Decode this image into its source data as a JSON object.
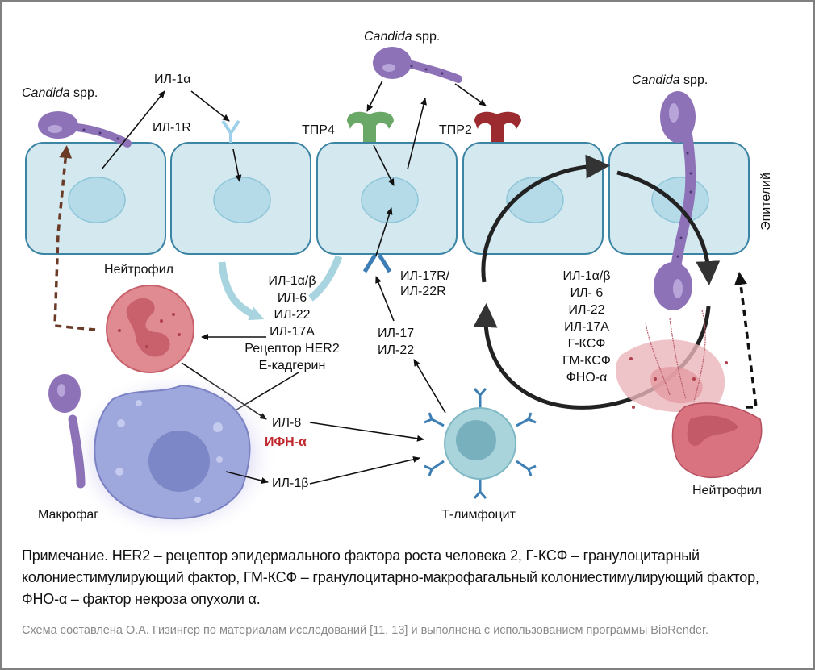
{
  "colors": {
    "epithelium_fill": "#d3e8ef",
    "epithelium_stroke": "#3c84a4",
    "nucleus_fill": "#b6dbe8",
    "candida": "#8e72b8",
    "tlr4": "#6aa868",
    "tlr2": "#9b2b2e",
    "neutrophil": "#e08a92",
    "macrophage": "#9fa8dc",
    "t_cell": "#a9d4dc",
    "receptor": "#3d7fb5",
    "highlight_red": "#c0272d",
    "dashed_brown": "#6b3b28"
  },
  "labels": {
    "candida_left": {
      "italic": "Candida",
      "rest": " spp."
    },
    "candida_top": {
      "italic": "Candida",
      "rest": " spp."
    },
    "candida_right": {
      "italic": "Candida",
      "rest": " spp."
    },
    "il1a": "ИЛ-1α",
    "il1r": "ИЛ-1R",
    "tlr4": "ТПР4",
    "tlr2": "ТПР2",
    "epithelium": "Эпителий",
    "neutrophil_left": "Нейтрофил",
    "neutrophil_right": "Нейтрофил",
    "macrophage": "Макрофаг",
    "t_lymphocyte": "Т-лимфоцит",
    "il17r_line1": "ИЛ-17R/",
    "il17r_line2": "ИЛ-22R",
    "il17_il22": [
      "ИЛ-17",
      "ИЛ-22"
    ],
    "center_list": [
      "ИЛ-1α/β",
      "ИЛ-6",
      "ИЛ-22",
      "ИЛ-17A",
      "Рецептор HER2",
      "Е-кадгерин"
    ],
    "right_list": [
      "ИЛ-1α/β",
      "ИЛ- 6",
      "ИЛ-22",
      "ИЛ-17A",
      "Г-КСФ",
      "ГМ-КСФ",
      "ФНО-α"
    ],
    "il8": "ИЛ-8",
    "ifn_alpha": "ИФН-α",
    "il1b": "ИЛ-1β"
  },
  "note": "Примечание. HER2 – рецептор эпидермального фактора роста человека 2, Г-КСФ – гранулоцитарный колониестимулирующий фактор, ГМ-КСФ – гранулоцитарно-макрофагальный колониестимулирующий фактор, ФНО-α – фактор некроза опухоли α.",
  "credit": "Схема составлена О.А. Гизингер по материалам исследований [11, 13] и выполнена с использованием программы BioRender."
}
